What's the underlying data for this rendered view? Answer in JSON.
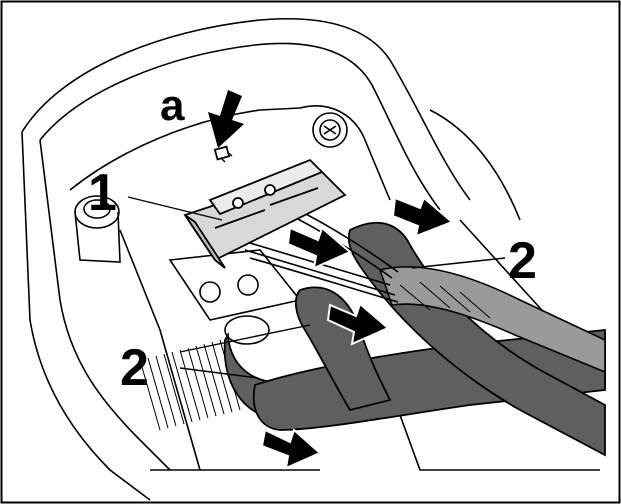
{
  "callouts": {
    "connector_label": "1",
    "hose_label_right": "2",
    "hose_label_left": "2",
    "press_point_label": "a"
  },
  "colors": {
    "hose": "#5f5f5f",
    "hose_dark": "#3a3a3a",
    "sheath": "#9a9a9a",
    "line": "#000000",
    "background": "#ffffff",
    "connector_fill": "#d8d8d8"
  }
}
